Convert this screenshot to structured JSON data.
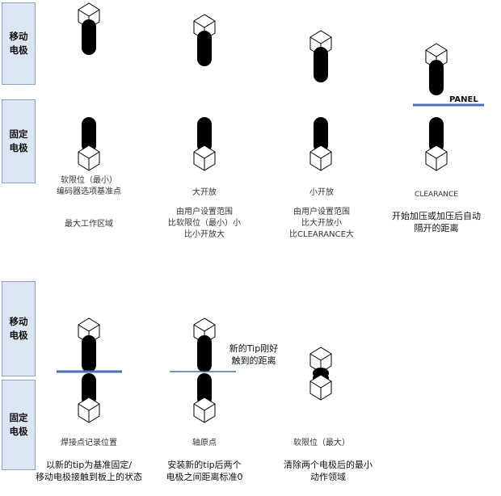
{
  "side_labels": {
    "moving_electrode": "移动\n电极",
    "fixed_electrode": "固定\n电极"
  },
  "top_row": {
    "soft_limit_min": {
      "title": "软限位（最小）\n编码器选项基准点",
      "note": "最大工作区域"
    },
    "big_open": {
      "title": "大开放",
      "note": "由用户设置范围\n比软限位（最小）小\n比小开放大"
    },
    "small_open": {
      "title": "小开放",
      "note": "由用户设置范围\n比大开放小\n比CLEARANCE大"
    },
    "clearance": {
      "panel_label": "PANEL",
      "title": "CLEARANCE",
      "note": "开始加压或加压后自动\n隔开的距离"
    }
  },
  "bottom_row": {
    "weld_point": {
      "title": "焊接点记录位置",
      "note": "以新的tip为基准固定/\n移动电极接触到板上的状态"
    },
    "axis_origin": {
      "side_note": "新的Tip刚好\n触到的距离",
      "title": "轴原点",
      "note": "安装新的tip后两个\n电极之间距离标准0"
    },
    "soft_limit_max": {
      "title": "软限位（最大）",
      "note": "清除两个电极后的最小\n动作领域"
    }
  },
  "colors": {
    "label_fill": "#dce6f2",
    "label_border": "#8da4c8",
    "panel_line": "#4a6fb5",
    "electrode": "#000000"
  }
}
